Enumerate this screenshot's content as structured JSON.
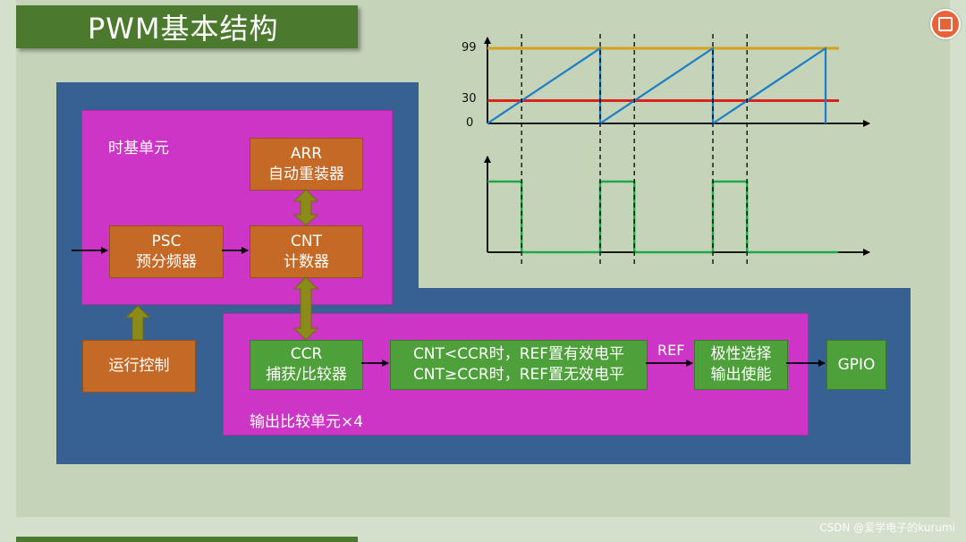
{
  "title": "PWM基本结构",
  "timebase": {
    "label": "时基单元",
    "arr": {
      "line1": "ARR",
      "line2": "自动重装器"
    },
    "psc": {
      "line1": "PSC",
      "line2": "预分频器"
    },
    "cnt": {
      "line1": "CNT",
      "line2": "计数器"
    }
  },
  "run_control": "运行控制",
  "output_compare": {
    "label": "输出比较单元×4",
    "ccr": {
      "line1": "CCR",
      "line2": "捕获/比较器"
    },
    "compare": {
      "line1": "CNT<CCR时，REF置有效电平",
      "line2": "CNT≥CCR时，REF置无效电平"
    },
    "ref_label": "REF",
    "polarity": {
      "line1": "极性选择",
      "line2": "输出使能"
    }
  },
  "gpio": "GPIO",
  "chart_data": {
    "type": "line",
    "y_ticks": [
      "99",
      "30",
      "0"
    ],
    "arr_level": 99,
    "ccr_level": 30,
    "colors": {
      "arr_line": "#d4a21c",
      "ccr_line": "#d9231b",
      "sawtooth": "#1a7ec9",
      "pwm": "#1ea84a"
    }
  },
  "watermark": "CSDN @爱学电子的kurumi"
}
